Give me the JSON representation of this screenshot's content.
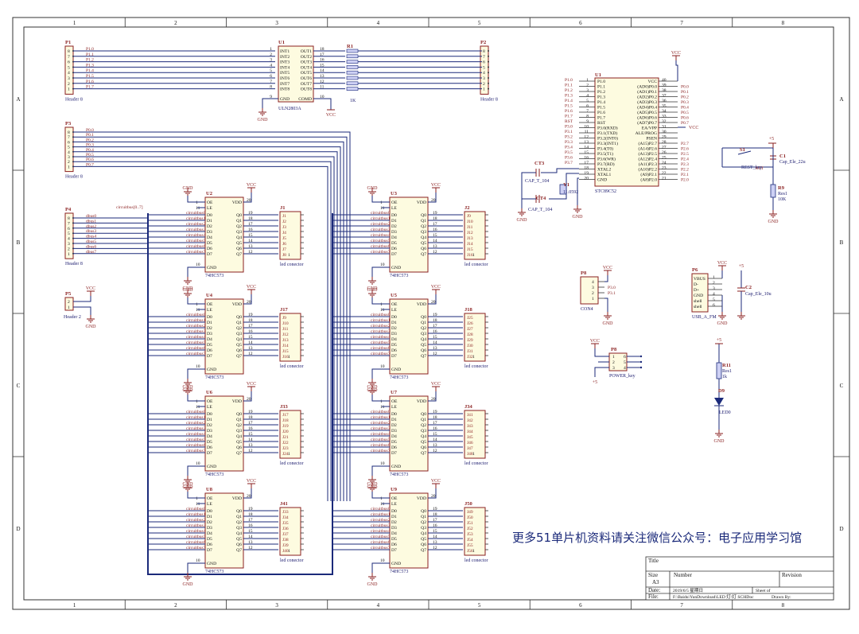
{
  "frame": {
    "columns": [
      "1",
      "2",
      "3",
      "4",
      "5",
      "6",
      "7",
      "8"
    ],
    "rows": [
      "A",
      "B",
      "C",
      "D"
    ],
    "watermark": "更多51单片机资料请关注微信公众号：电子应用学习馆"
  },
  "title_block": {
    "title_label": "Title",
    "size_label": "Size",
    "size_value": "A3",
    "number_label": "Number",
    "revision_label": "Revision",
    "date_label": "Date:",
    "date_value": "2019/6/5 星期日",
    "sheet_label": "Sheet    of",
    "file_label": "File:",
    "file_value": "F:\\Baidu\\YunDownload\\LED 灯\\灯 SCHDoc",
    "drawn_label": "Drawn By:"
  },
  "headers": {
    "p1": {
      "ref": "P1",
      "name": "Header 8",
      "nets": [
        "P1.0",
        "P1.1",
        "P1.2",
        "P1.3",
        "P1.4",
        "P1.5",
        "P1.6",
        "P1.7"
      ]
    },
    "p2": {
      "ref": "P2",
      "name": "Header 8"
    },
    "p3": {
      "ref": "P3",
      "name": "Header 8",
      "nets": [
        "P0.0",
        "P0.1",
        "P0.2",
        "P0.3",
        "P0.4",
        "P0.5",
        "P0.6",
        "P0.7"
      ]
    },
    "p4": {
      "ref": "P4",
      "name": "Header 8",
      "nets": [
        "dbus0",
        "dbus1",
        "dbus2",
        "dbus3",
        "dbus4",
        "dbus5",
        "dbus6",
        "dbus7"
      ],
      "bus_label": "circuitbus[0..7]"
    },
    "p5": {
      "ref": "P5",
      "name": "Header 2"
    },
    "pin_numbers": [
      "8",
      "7",
      "6",
      "5",
      "4",
      "3",
      "2",
      "1"
    ]
  },
  "uln": {
    "ref": "U1",
    "part": "ULN2803A",
    "inputs": [
      "INT1",
      "INT2",
      "INT3",
      "INT4",
      "INT5",
      "INT6",
      "INT7",
      "INT8"
    ],
    "outputs": [
      "OUT1",
      "OUT2",
      "OUT3",
      "OUT4",
      "OUT5",
      "OUT6",
      "OUT7",
      "OUT8"
    ],
    "in_pins": [
      "1",
      "2",
      "3",
      "4",
      "5",
      "6",
      "7",
      "8"
    ],
    "out_pins": [
      "18",
      "17",
      "16",
      "15",
      "14",
      "13",
      "12",
      "11"
    ],
    "gnd": "GND",
    "com": "COMD",
    "pin9": "9",
    "pin10": "10"
  },
  "resnet": {
    "ref": "R1",
    "value": "1K"
  },
  "latch": {
    "part": "74HC573",
    "oe": "OE",
    "le": "LE",
    "vdd": "VDD",
    "gnd": "GND",
    "pin_oe": "1",
    "pin_le": "11",
    "pin_vdd": "20",
    "pin_gnd": "10",
    "d_pins": [
      "D0",
      "D1",
      "D2",
      "D3",
      "D4",
      "D5",
      "D6",
      "D7"
    ],
    "q_pins": [
      "Q0",
      "Q1",
      "Q2",
      "Q3",
      "Q4",
      "Q5",
      "Q6",
      "Q7"
    ],
    "out_nums": [
      "19",
      "18",
      "17",
      "16",
      "15",
      "14",
      "13",
      "12"
    ],
    "net_label": "circuitbus",
    "units": [
      {
        "ref": "U2",
        "conn": "J1",
        "leds": [
          "J1",
          "J2",
          "J3",
          "J4",
          "J5",
          "J6",
          "J7",
          "J8"
        ]
      },
      {
        "ref": "U4",
        "conn": "J17",
        "leds": [
          "J9",
          "J10",
          "J11",
          "J12",
          "J13",
          "J14",
          "J15",
          "J16"
        ]
      },
      {
        "ref": "U6",
        "conn": "J33",
        "leds": [
          "J17",
          "J18",
          "J19",
          "J20",
          "J21",
          "J22",
          "J23",
          "J24"
        ]
      },
      {
        "ref": "U8",
        "conn": "J41",
        "leds": [
          "J33",
          "J34",
          "J35",
          "J36",
          "J37",
          "J38",
          "J39",
          "J40"
        ]
      },
      {
        "ref": "U3",
        "conn": "J2",
        "leds": [
          "J9",
          "J10",
          "J11",
          "J12",
          "J13",
          "J14",
          "J15",
          "J16"
        ]
      },
      {
        "ref": "U5",
        "conn": "J18",
        "leds": [
          "J25",
          "J26",
          "J27",
          "J28",
          "J29",
          "J30",
          "J31",
          "J32"
        ]
      },
      {
        "ref": "U7",
        "conn": "J34",
        "leds": [
          "J41",
          "J42",
          "J43",
          "J44",
          "J45",
          "J46",
          "J47",
          "J48"
        ]
      },
      {
        "ref": "U9",
        "conn": "J50",
        "leds": [
          "J49",
          "J50",
          "J51",
          "J52",
          "J53",
          "J54",
          "J55",
          "J56"
        ]
      }
    ],
    "connector_name": "led conector",
    "conn_pin": "1"
  },
  "mcu": {
    "ref": "U1",
    "part": "STC89C52",
    "left_pins": [
      "P1.0",
      "P1.1",
      "P1.2",
      "P1.3",
      "P1.4",
      "P1.5",
      "P1.6",
      "P1.7",
      "RST",
      "P3.0(RXD)",
      "P3.1(TXD)",
      "P3.2(INT0)",
      "P3.3(INT1)",
      "P3.4(T0)",
      "P3.5(T1)",
      "P3.6(WR)",
      "P3.7(RD)",
      "XTAL2",
      "XTAL1",
      "GND"
    ],
    "left_nums": [
      "1",
      "2",
      "3",
      "4",
      "5",
      "6",
      "7",
      "8",
      "9",
      "10",
      "11",
      "12",
      "13",
      "14",
      "15",
      "16",
      "17",
      "18",
      "19",
      "20"
    ],
    "left_nets": [
      "P1.0",
      "P1.1",
      "P1.2",
      "P1.3",
      "P1.4",
      "P1.5",
      "P1.6",
      "P1.7",
      "RST",
      "P3.0",
      "P3.1",
      "P3.2",
      "P3.3",
      "P3.4",
      "P3.5",
      "P3.6",
      "P3.7",
      "",
      "",
      ""
    ],
    "right_pins": [
      "VCC",
      "(AD0)P0.0",
      "(AD1)P0.1",
      "(AD2)P0.2",
      "(AD3)P0.3",
      "(AD4)P0.4",
      "(AD5)P0.5",
      "(AD6)P0.6",
      "(AD7)P0.7",
      "EA/VPP",
      "ALE/PROG",
      "PSEN",
      "(A15)P2.7",
      "(A14)P2.6",
      "(A13)P2.5",
      "(A12)P2.4",
      "(A11)P2.3",
      "(A10)P2.2",
      "(A9)P2.1",
      "(A8)P2.0"
    ],
    "right_nums": [
      "40",
      "39",
      "38",
      "37",
      "36",
      "35",
      "34",
      "33",
      "32",
      "31",
      "30",
      "29",
      "28",
      "27",
      "26",
      "25",
      "24",
      "23",
      "22",
      "21"
    ],
    "right_nets": [
      "",
      "P0.0",
      "P0.1",
      "P0.2",
      "P0.3",
      "P0.4",
      "P0.5",
      "P0.6",
      "P0.7",
      "",
      "",
      "",
      "P2.7",
      "P2.6",
      "P2.5",
      "P2.4",
      "P2.3",
      "P2.2",
      "P2.1",
      "P2.0"
    ],
    "vcc": "VCC"
  },
  "crystal": {
    "ct3": "CT3",
    "ct3_val": "CAP_T_104",
    "ct4": "CT4",
    "ct4_val": "CAP_T_104",
    "y": "Y1",
    "y_val": "11.0592"
  },
  "reset": {
    "s": "S1",
    "s_name": "REST_key",
    "c": "C1",
    "c_val": "Cap_Ele_22u",
    "net": "RST",
    "r": "R9",
    "r_name": "Res1",
    "r_val": "10K",
    "plus": "+5"
  },
  "p8": {
    "ref": "P8",
    "name": "CON4",
    "nets": [
      "P3.0",
      "P3.1"
    ],
    "pins": [
      "4",
      "3",
      "2",
      "1"
    ],
    "vcc": "VCC",
    "gnd": "GND"
  },
  "usb": {
    "ref": "P6",
    "name": "USB_A_FM",
    "pins": [
      "VBUS",
      "D-",
      "D+",
      "GND",
      "shell",
      "shell"
    ],
    "nums": [
      "1",
      "2",
      "3",
      "4",
      "5",
      "6"
    ],
    "c": "C2",
    "c_val": "Cap_Ele_10u",
    "plus": "+5",
    "vcc": "VCC"
  },
  "power_key": {
    "ref": "P8",
    "name": "POWER_key",
    "vcc": "VCC",
    "plus": "+5",
    "nums": [
      "1",
      "2",
      "3",
      "4",
      "5",
      "6"
    ]
  },
  "led": {
    "r": "R11",
    "r_name": "Res1",
    "r_val": "1k",
    "d": "D9",
    "d_name": "LED0",
    "plus": "+5",
    "gnd": "GND"
  },
  "labels": {
    "vcc": "VCC",
    "gnd": "GND"
  }
}
